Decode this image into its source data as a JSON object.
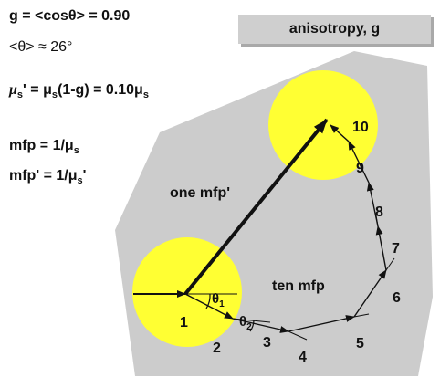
{
  "equations": {
    "g_def": "g = <cosθ> = 0.90",
    "theta_avg": "<θ> ≈ 26°",
    "mus_prefix": "μ",
    "mus_mid": "' = μ",
    "mus_mid2": "(1-g) = 0.10μ",
    "sub_s": "s",
    "mfp_prefix": "mfp = 1/μ",
    "mfpp_prefix": "mfp' = 1/μ",
    "prime": "'"
  },
  "title": "anisotropy, g",
  "labels": {
    "one_mfp": "one mfp'",
    "ten_mfp": "ten mfp",
    "theta": "θ",
    "theta1_sub": "1",
    "theta2_sub": "2"
  },
  "step_numbers": [
    "1",
    "2",
    "3",
    "4",
    "5",
    "6",
    "7",
    "8",
    "9",
    "10"
  ],
  "colors": {
    "medium": "#cccccc",
    "sphere": "#ffff33",
    "ink": "#111111"
  }
}
